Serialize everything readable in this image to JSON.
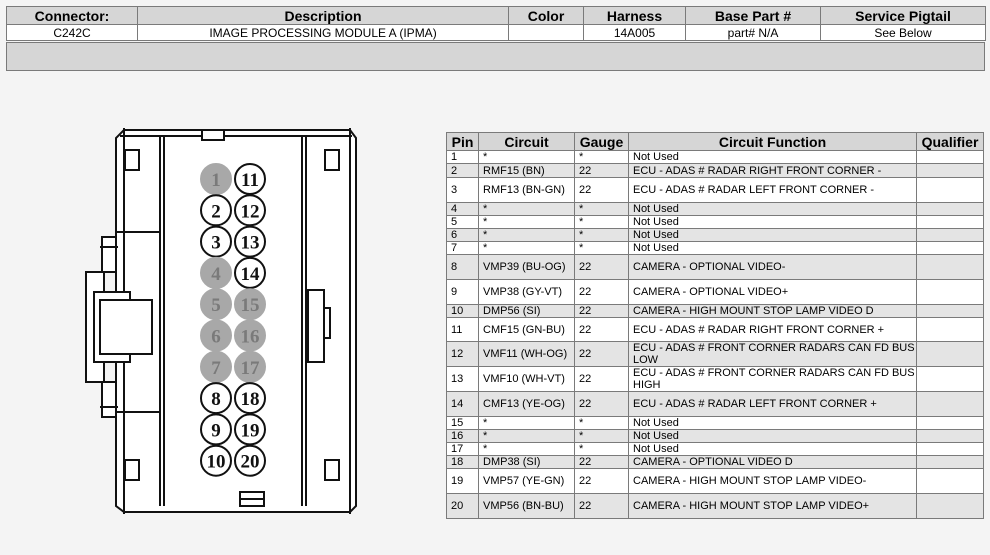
{
  "header": {
    "columns": [
      "Connector:",
      "Description",
      "Color",
      "Harness",
      "Base Part #",
      "Service Pigtail"
    ],
    "values": [
      "C242C",
      "IMAGE PROCESSING MODULE A (IPMA)",
      "",
      "14A005",
      "part# N/A",
      "See Below"
    ]
  },
  "connector": {
    "pins": [
      {
        "n": "1",
        "filled": true
      },
      {
        "n": "2",
        "filled": false
      },
      {
        "n": "3",
        "filled": false
      },
      {
        "n": "4",
        "filled": true
      },
      {
        "n": "5",
        "filled": true
      },
      {
        "n": "6",
        "filled": true
      },
      {
        "n": "7",
        "filled": true
      },
      {
        "n": "8",
        "filled": false
      },
      {
        "n": "9",
        "filled": false
      },
      {
        "n": "10",
        "filled": false
      },
      {
        "n": "11",
        "filled": false
      },
      {
        "n": "12",
        "filled": false
      },
      {
        "n": "13",
        "filled": false
      },
      {
        "n": "14",
        "filled": false
      },
      {
        "n": "15",
        "filled": true
      },
      {
        "n": "16",
        "filled": true
      },
      {
        "n": "17",
        "filled": true
      },
      {
        "n": "18",
        "filled": false
      },
      {
        "n": "19",
        "filled": false
      },
      {
        "n": "20",
        "filled": false
      }
    ],
    "fill_color": "#a8a8a8",
    "filled_text_color": "#7a7a7a"
  },
  "pin_table": {
    "columns": [
      "Pin",
      "Circuit",
      "Gauge",
      "Circuit Function",
      "Qualifier"
    ],
    "rows": [
      {
        "pin": "1",
        "circuit": "*",
        "gauge": "*",
        "function": "Not Used",
        "qualifier": ""
      },
      {
        "pin": "2",
        "circuit": "RMF15 (BN)",
        "gauge": "22",
        "function": "ECU - ADAS # RADAR RIGHT FRONT CORNER -",
        "qualifier": ""
      },
      {
        "pin": "3",
        "circuit": "RMF13 (BN-GN)",
        "gauge": "22",
        "function": "ECU - ADAS # RADAR LEFT FRONT CORNER -",
        "qualifier": ""
      },
      {
        "pin": "4",
        "circuit": "*",
        "gauge": "*",
        "function": "Not Used",
        "qualifier": ""
      },
      {
        "pin": "5",
        "circuit": "*",
        "gauge": "*",
        "function": "Not Used",
        "qualifier": ""
      },
      {
        "pin": "6",
        "circuit": "*",
        "gauge": "*",
        "function": "Not Used",
        "qualifier": ""
      },
      {
        "pin": "7",
        "circuit": "*",
        "gauge": "*",
        "function": "Not Used",
        "qualifier": ""
      },
      {
        "pin": "8",
        "circuit": "VMP39 (BU-OG)",
        "gauge": "22",
        "function": "CAMERA - OPTIONAL VIDEO-",
        "qualifier": ""
      },
      {
        "pin": "9",
        "circuit": "VMP38 (GY-VT)",
        "gauge": "22",
        "function": "CAMERA - OPTIONAL VIDEO+",
        "qualifier": ""
      },
      {
        "pin": "10",
        "circuit": "DMP56 (SI)",
        "gauge": "22",
        "function": "CAMERA - HIGH MOUNT STOP LAMP VIDEO D",
        "qualifier": ""
      },
      {
        "pin": "11",
        "circuit": "CMF15 (GN-BU)",
        "gauge": "22",
        "function": "ECU - ADAS # RADAR RIGHT FRONT CORNER +",
        "qualifier": ""
      },
      {
        "pin": "12",
        "circuit": "VMF11 (WH-OG)",
        "gauge": "22",
        "function": "ECU - ADAS # FRONT CORNER RADARS CAN FD BUS LOW",
        "qualifier": ""
      },
      {
        "pin": "13",
        "circuit": "VMF10 (WH-VT)",
        "gauge": "22",
        "function": "ECU - ADAS # FRONT CORNER RADARS CAN FD BUS HIGH",
        "qualifier": ""
      },
      {
        "pin": "14",
        "circuit": "CMF13 (YE-OG)",
        "gauge": "22",
        "function": "ECU - ADAS # RADAR LEFT FRONT CORNER +",
        "qualifier": ""
      },
      {
        "pin": "15",
        "circuit": "*",
        "gauge": "*",
        "function": "Not Used",
        "qualifier": ""
      },
      {
        "pin": "16",
        "circuit": "*",
        "gauge": "*",
        "function": "Not Used",
        "qualifier": ""
      },
      {
        "pin": "17",
        "circuit": "*",
        "gauge": "*",
        "function": "Not Used",
        "qualifier": ""
      },
      {
        "pin": "18",
        "circuit": "DMP38 (SI)",
        "gauge": "22",
        "function": "CAMERA - OPTIONAL VIDEO D",
        "qualifier": ""
      },
      {
        "pin": "19",
        "circuit": "VMP57 (YE-GN)",
        "gauge": "22",
        "function": "CAMERA - HIGH MOUNT STOP LAMP VIDEO-",
        "qualifier": ""
      },
      {
        "pin": "20",
        "circuit": "VMP56 (BN-BU)",
        "gauge": "22",
        "function": "CAMERA - HIGH MOUNT STOP LAMP VIDEO+",
        "qualifier": ""
      }
    ]
  }
}
